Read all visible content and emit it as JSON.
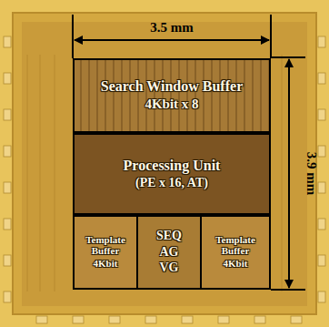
{
  "diagram": {
    "nodes": [
      {
        "text": [
          "Search Window Buffer",
          "4Kbit x 8"
        ]
      },
      {
        "text": [
          "Processing Unit",
          "(PE x 16, AT)"
        ]
      },
      {
        "text": [
          "Template Buffer",
          "4Kbit"
        ]
      },
      {
        "text": [
          "SEQ",
          "AG",
          "VG"
        ]
      },
      {
        "text": [
          "Template Buffer",
          "4Kbit"
        ]
      }
    ],
    "labels": [
      "3.5 mm",
      "3.9 mm"
    ]
  }
}
